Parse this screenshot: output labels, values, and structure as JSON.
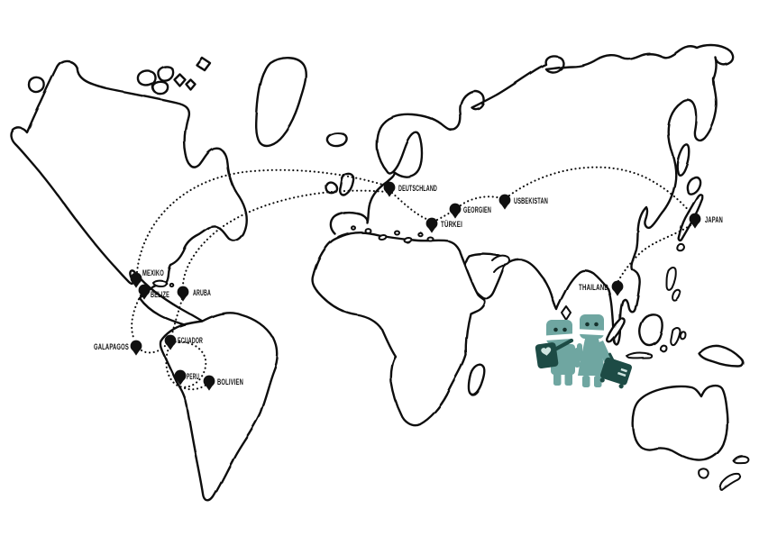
{
  "colors": {
    "background": "#FFFFFF",
    "ink": "#101010",
    "robot": "#6FA6A1",
    "luggage": "#1D4B45",
    "detail": "#CFE5E0"
  },
  "map": {
    "style": "hand-drawn world map line art with dotted travel routes",
    "locations": [
      {
        "id": "deutschland",
        "label": "DEUTSCHLAND"
      },
      {
        "id": "tuerkei",
        "label": "TÜRKEI"
      },
      {
        "id": "georgien",
        "label": "GEORGIEN"
      },
      {
        "id": "usbekistan",
        "label": "USBEKISTAN"
      },
      {
        "id": "japan",
        "label": "JAPAN"
      },
      {
        "id": "thailand",
        "label": "THAILAND"
      },
      {
        "id": "mexiko",
        "label": "MEXIKO"
      },
      {
        "id": "belize",
        "label": "BELIZE"
      },
      {
        "id": "aruba",
        "label": "ARUBA"
      },
      {
        "id": "galapagos",
        "label": "GALAPAGOS"
      },
      {
        "id": "ecuador",
        "label": "ECUADOR"
      },
      {
        "id": "peru",
        "label": "PERU"
      },
      {
        "id": "bolivien",
        "label": "BOLIVIEN"
      }
    ],
    "routes": [
      {
        "from": "MEXIKO",
        "to": "DEUTSCHLAND"
      },
      {
        "from": "DEUTSCHLAND",
        "to": "ARUBA"
      },
      {
        "from": "ARUBA",
        "to": "ECUADOR"
      },
      {
        "from": "BELIZE",
        "to": "GALAPAGOS"
      },
      {
        "from": "GALAPAGOS",
        "to": "ECUADOR"
      },
      {
        "from": "ECUADOR",
        "to": "PERU"
      },
      {
        "from": "PERU",
        "to": "BOLIVIEN"
      },
      {
        "from": "DEUTSCHLAND",
        "to": "TÜRKEI"
      },
      {
        "from": "TÜRKEI",
        "to": "GEORGIEN"
      },
      {
        "from": "GEORGIEN",
        "to": "USBEKISTAN"
      },
      {
        "from": "USBEKISTAN",
        "to": "JAPAN"
      },
      {
        "from": "JAPAN",
        "to": "THAILAND"
      }
    ],
    "figures": [
      {
        "id": "robot-left",
        "description": "teal robot traveller with shoulder bag and heart patch"
      },
      {
        "id": "robot-right",
        "description": "teal robot traveller in dress pulling rolling suitcase"
      }
    ]
  }
}
